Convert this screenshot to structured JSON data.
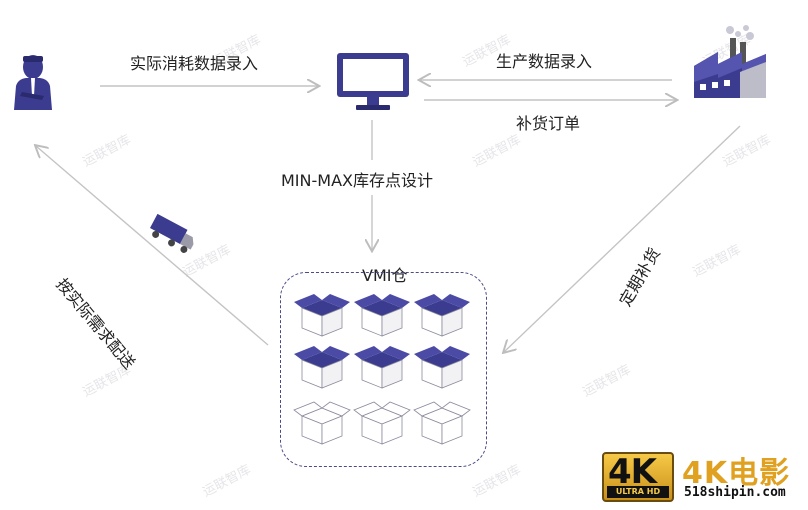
{
  "labels": {
    "actual_consumption_entry": "实际消耗数据录入",
    "production_data_entry": "生产数据录入",
    "replenishment_order": "补货订单",
    "min_max_design": "MIN-MAX库存点设计",
    "vmi_warehouse": "VMI仓",
    "deliver_by_actual_demand": "按实际需求配送",
    "periodic_replenishment": "定期补货"
  },
  "watermark": {
    "badge_big": "4K",
    "badge_small": "ULTRA HD",
    "title": "4K电影",
    "url": "518shipin.com"
  },
  "colors": {
    "icon_navy": "#3b3b8f",
    "arrow_gray": "#bfbfbf",
    "box_border": "#4a4a8a"
  }
}
